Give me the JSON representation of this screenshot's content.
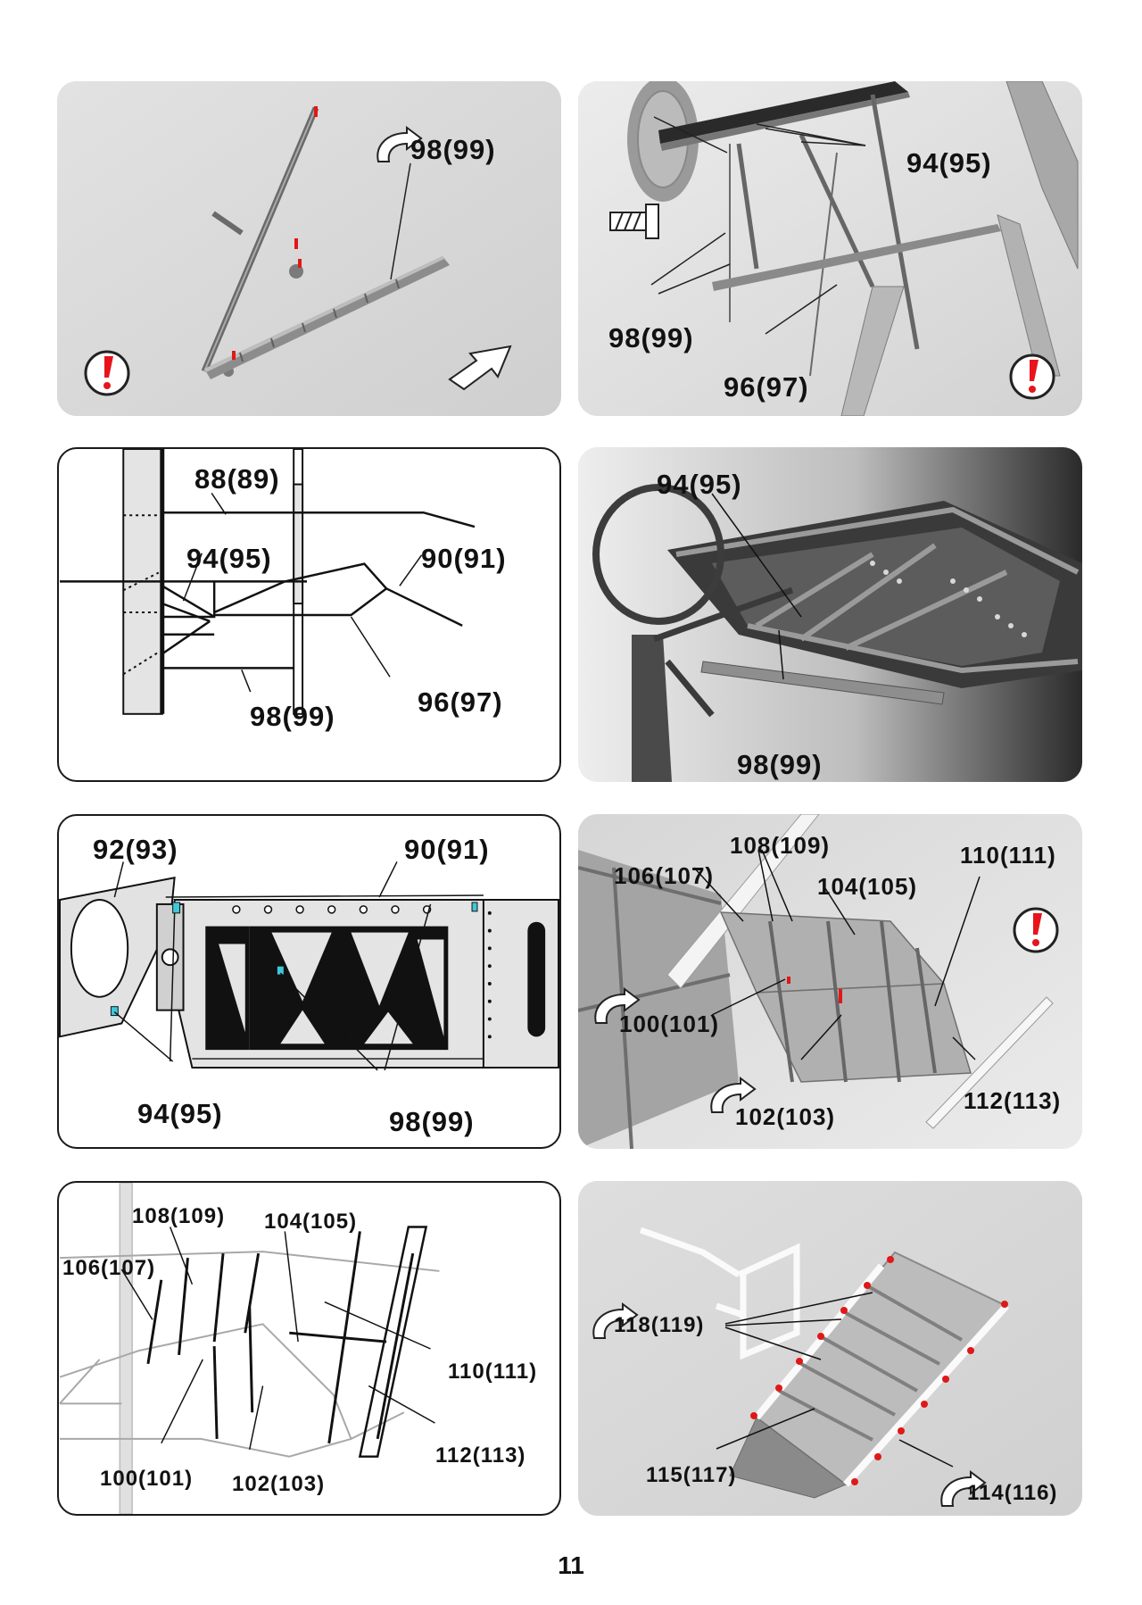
{
  "page_number": "11",
  "panels": {
    "p1": {
      "l1": "98(99)"
    },
    "p2": {
      "l1": "94(95)",
      "l2": "98(99)",
      "l3": "96(97)"
    },
    "p3": {
      "l1": "88(89)",
      "l2": "94(95)",
      "l3": "90(91)",
      "l4": "98(99)",
      "l5": "96(97)"
    },
    "p4": {
      "l1": "94(95)",
      "l2": "98(99)"
    },
    "p5": {
      "l1": "92(93)",
      "l2": "90(91)",
      "l3": "94(95)",
      "l4": "98(99)"
    },
    "p6": {
      "l1": "108(109)",
      "l2": "106(107)",
      "l3": "104(105)",
      "l4": "110(111)",
      "l5": "100(101)",
      "l6": "102(103)",
      "l7": "112(113)"
    },
    "p7": {
      "l1": "108(109)",
      "l2": "104(105)",
      "l3": "106(107)",
      "l4": "110(111)",
      "l5": "100(101)",
      "l6": "102(103)",
      "l7": "112(113)"
    },
    "p8": {
      "l1": "118(119)",
      "l2": "115(117)",
      "l3": "114(116)"
    }
  },
  "colors": {
    "warning": "#e8141c",
    "highlight": "#3ec8d8",
    "glue_dot": "#e01818"
  },
  "icons": [
    "rotate-part-icon",
    "warning-icon",
    "direction-arrow-icon",
    "screw-icon"
  ]
}
